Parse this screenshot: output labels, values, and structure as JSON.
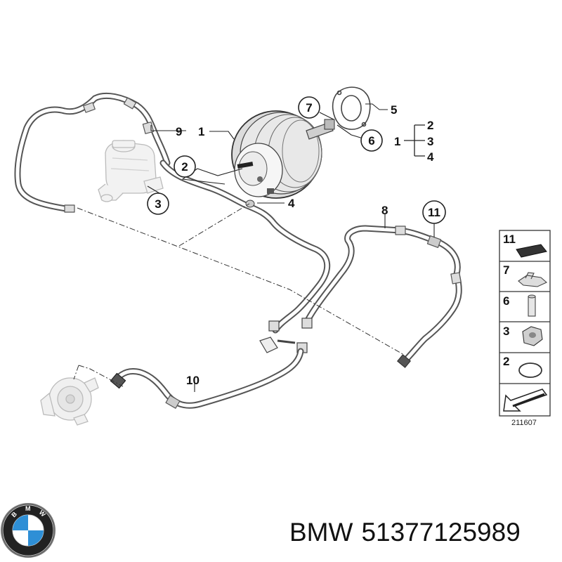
{
  "diagram": {
    "reference_number": "211607",
    "callouts": {
      "c1": "1",
      "c1b": "1",
      "c2": "2",
      "c2b": "2",
      "c3": "3",
      "c3b": "3",
      "c4": "4",
      "c4b": "4",
      "c5": "5",
      "c6": "6",
      "c7": "7",
      "c8": "8",
      "c9": "9",
      "c10": "10",
      "c11": "11"
    },
    "legend": [
      {
        "number": "11",
        "part": "pad"
      },
      {
        "number": "7",
        "part": "clip"
      },
      {
        "number": "6",
        "part": "pin"
      },
      {
        "number": "3",
        "part": "nut"
      },
      {
        "number": "2",
        "part": "o-ring"
      },
      {
        "number": "",
        "part": "arrow"
      }
    ]
  },
  "brand": {
    "logo_lettering": "BMW",
    "name": "BMW",
    "part_number": "51377125989",
    "colors": {
      "blue": "#2e8fd6",
      "ring": "#111111"
    }
  }
}
